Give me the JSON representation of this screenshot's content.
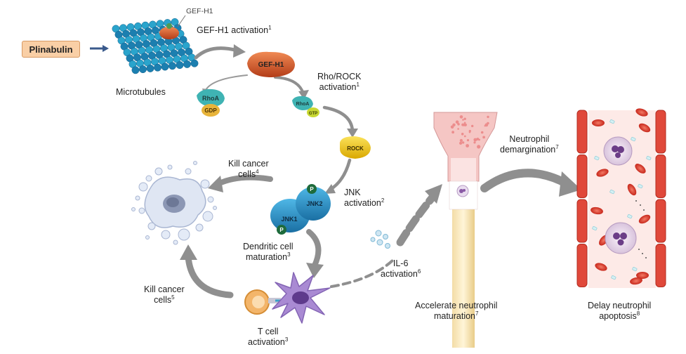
{
  "drug": {
    "label": "Plinabulin"
  },
  "nodes": {
    "gefh1_small": "GEF-H1",
    "gefh1_protein": "GEF-H1",
    "rhoa_gdp_top": "RhoA",
    "rhoa_gdp_bottom": "GDP",
    "rhoa_gtp_top": "RhoA",
    "rhoa_gtp_bottom": "GTP",
    "rock": "ROCK",
    "jnk1": "JNK1",
    "jnk2": "JNK2",
    "phospho": "P"
  },
  "labels": {
    "microtubules": "Microtubules",
    "gefh1_activation": {
      "text": "GEF-H1 activation",
      "ref": "1"
    },
    "rho_rock_activation": {
      "line1": "Rho/ROCK",
      "line2": "activation",
      "ref": "1"
    },
    "jnk_activation": {
      "line1": "JNK",
      "line2": "activation",
      "ref": "2"
    },
    "kill_cancer_top": {
      "line1": "Kill cancer",
      "line2": "cells",
      "ref": "4"
    },
    "dendritic_maturation": {
      "line1": "Dendritic cell",
      "line2": "maturation",
      "ref": "3"
    },
    "kill_cancer_bottom": {
      "line1": "Kill cancer",
      "line2": "cells",
      "ref": "5"
    },
    "tcell_activation": {
      "line1": "T cell",
      "line2": "activation",
      "ref": "3"
    },
    "il6_activation": {
      "line1": "IL-6",
      "line2": "activation",
      "ref": "6"
    },
    "neutrophil_maturation": {
      "line1": "Accelerate neutrophil",
      "line2": "maturation",
      "ref": "7"
    },
    "neutrophil_demargination": {
      "line1": "Neutrophil",
      "line2": "demargination",
      "ref": "7"
    },
    "neutrophil_apoptosis": {
      "line1": "Delay neutrophil",
      "line2": "apoptosis",
      "ref": "8"
    }
  },
  "colors": {
    "drug_box": "#f9cfa6",
    "microtubule": "#2aa4cc",
    "gefh1": "#d9542a",
    "rhoa": "#3fb3b3",
    "gdp_gtp": "#e8b43a",
    "rock": "#f2cf1a",
    "jnk": "#2c8fc4",
    "phospho": "#1e6b3c",
    "arrow": "#8f8f8f",
    "bone_marrow": "#f5c6c4",
    "vessel": "#e0483a",
    "rbc": "#e44232"
  }
}
